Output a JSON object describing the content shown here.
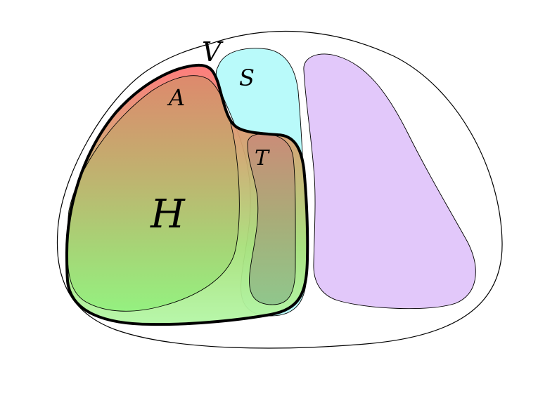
{
  "diagram": {
    "labels": {
      "outer": "V",
      "cyan_region": "S",
      "top_region": "A",
      "small_region": "T",
      "main_region": "H"
    },
    "colors": {
      "outer_fill": "#ffffff",
      "outer_stroke": "#000000",
      "cyan_fill": "#b9fafa",
      "violet_fill": "#e2c8fa",
      "gradient_top": "#ff7a7a",
      "gradient_bottom": "#8ff07a",
      "emphasis_stroke": "#000000"
    }
  }
}
